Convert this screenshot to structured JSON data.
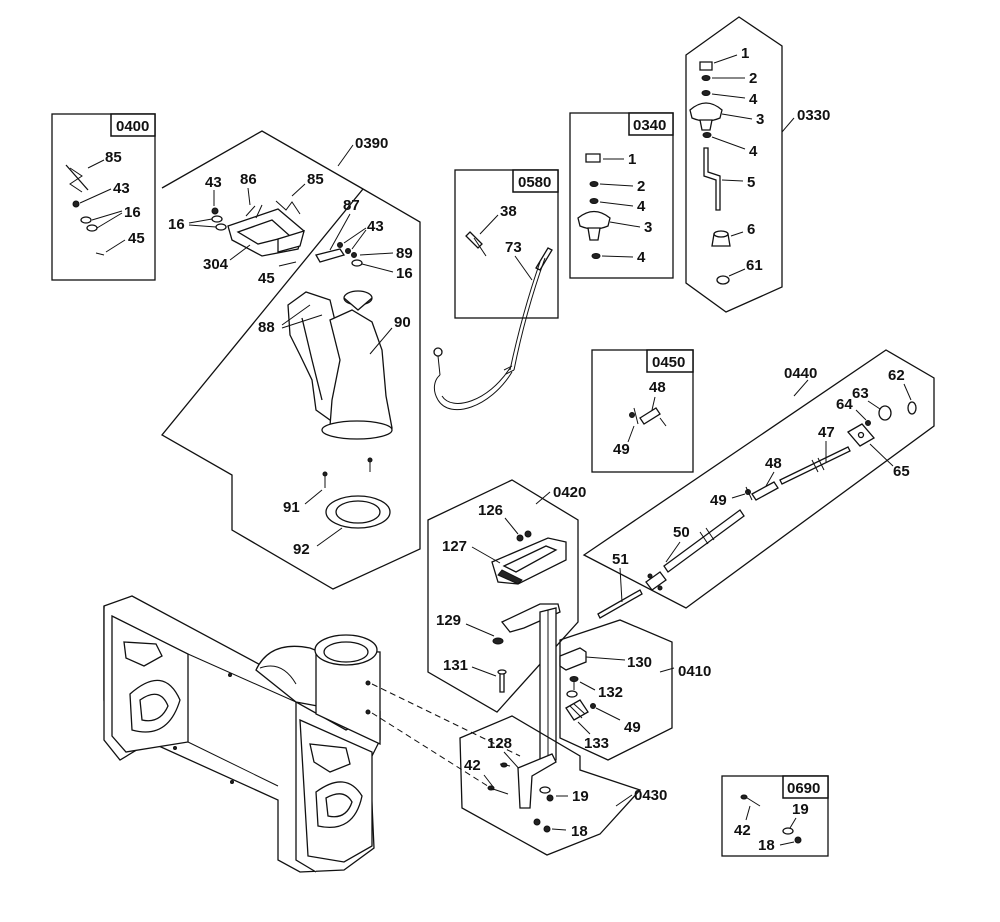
{
  "groups": {
    "g0400": "0400",
    "g0390": "0390",
    "g0580": "0580",
    "g0340": "0340",
    "g0330": "0330",
    "g0450": "0450",
    "g0440": "0440",
    "g0420": "0420",
    "g0410": "0410",
    "g0430": "0430",
    "g0690": "0690"
  },
  "callouts": {
    "c0400": [
      "85",
      "43",
      "16",
      "45"
    ],
    "c0390": [
      "43",
      "86",
      "85",
      "16",
      "304",
      "45",
      "87",
      "43",
      "89",
      "16",
      "88",
      "90",
      "91",
      "92"
    ],
    "c0580": [
      "38",
      "73"
    ],
    "c0340": [
      "1",
      "2",
      "4",
      "3",
      "4"
    ],
    "c0330": [
      "1",
      "2",
      "4",
      "3",
      "4",
      "5",
      "6",
      "61"
    ],
    "c0450": [
      "48",
      "49"
    ],
    "c0440": [
      "62",
      "63",
      "64",
      "65",
      "47",
      "48",
      "49",
      "50",
      "51"
    ],
    "c0420": [
      "126",
      "127",
      "129",
      "131"
    ],
    "c0410": [
      "130",
      "132",
      "49",
      "133"
    ],
    "c0430": [
      "128",
      "42",
      "19",
      "18"
    ],
    "c0690": [
      "19",
      "42",
      "18"
    ]
  }
}
